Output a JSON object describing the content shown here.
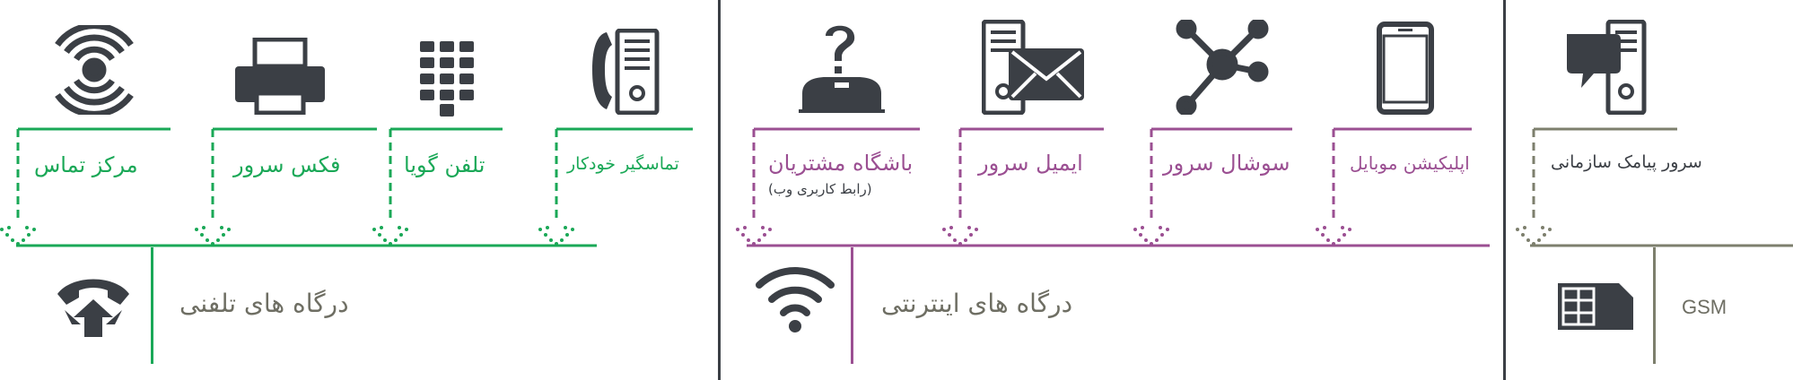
{
  "colors": {
    "phone": "#1aa857",
    "internet": "#9b4f92",
    "gsm": "#7d7f6d",
    "icon": "#3b3f45",
    "title_text": "#6e6e63"
  },
  "phone_group": {
    "title": "درگاه های تلفنی",
    "icon": "phone-transfer-icon",
    "items": [
      {
        "label": "تماسگیر خودکار",
        "icon": "phone-server-icon"
      },
      {
        "label": "تلفن گویا",
        "icon": "keypad-icon"
      },
      {
        "label": "فکس سرور",
        "icon": "fax-icon"
      },
      {
        "label": "مرکز تماس",
        "icon": "signal-rings-icon"
      }
    ]
  },
  "internet_group": {
    "title": "درگاه های اینترنتی",
    "icon": "wifi-icon",
    "items": [
      {
        "label": "اپلیکیشن موبایل",
        "icon": "mobile-icon"
      },
      {
        "label": "سوشال سرور",
        "icon": "network-icon"
      },
      {
        "label": "ایمیل سرور",
        "icon": "email-server-icon"
      },
      {
        "label": "باشگاه مشتریان",
        "sublabel": "(رابط کاربری وب)",
        "icon": "support-agent-icon"
      }
    ]
  },
  "gsm_group": {
    "title": "GSM",
    "icon": "sim-card-icon",
    "items": [
      {
        "label": "سرور پیامک سازمانی",
        "icon": "sms-server-icon"
      }
    ]
  }
}
